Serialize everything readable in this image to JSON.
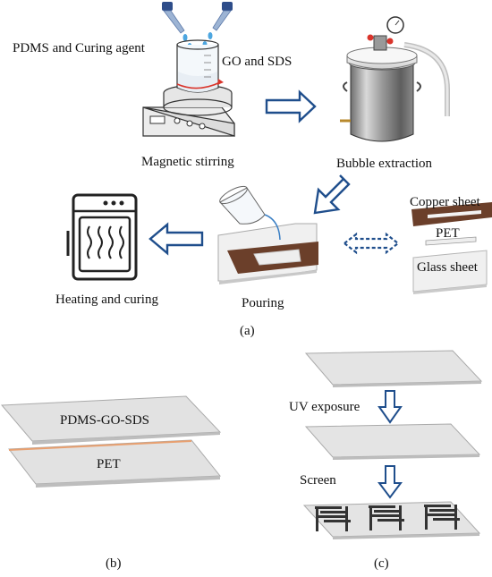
{
  "panel_a": {
    "labels": {
      "pdms_curing": "PDMS and Curing agent",
      "go_sds": "GO and SDS",
      "magnetic_stirring": "Magnetic stirring",
      "bubble_extraction": "Bubble extraction",
      "copper_sheet": "Copper sheet",
      "pet": "PET",
      "glass_sheet": "Glass sheet",
      "pouring": "Pouring",
      "heating_curing": "Heating and curing"
    },
    "caption": "(a)"
  },
  "panel_b": {
    "layer_top": "PDMS-GO-SDS",
    "layer_bottom": "PET",
    "caption": "(b)"
  },
  "panel_c": {
    "step1": "UV exposure",
    "step2": "Screen",
    "caption": "(c)"
  },
  "colors": {
    "arrow_blue": "#1f4e8c",
    "droplet_blue": "#4da6e0",
    "copper_brown": "#6b3f2a",
    "sheet_gray": "#d9d9d9",
    "pet_orange": "#e8a070"
  }
}
